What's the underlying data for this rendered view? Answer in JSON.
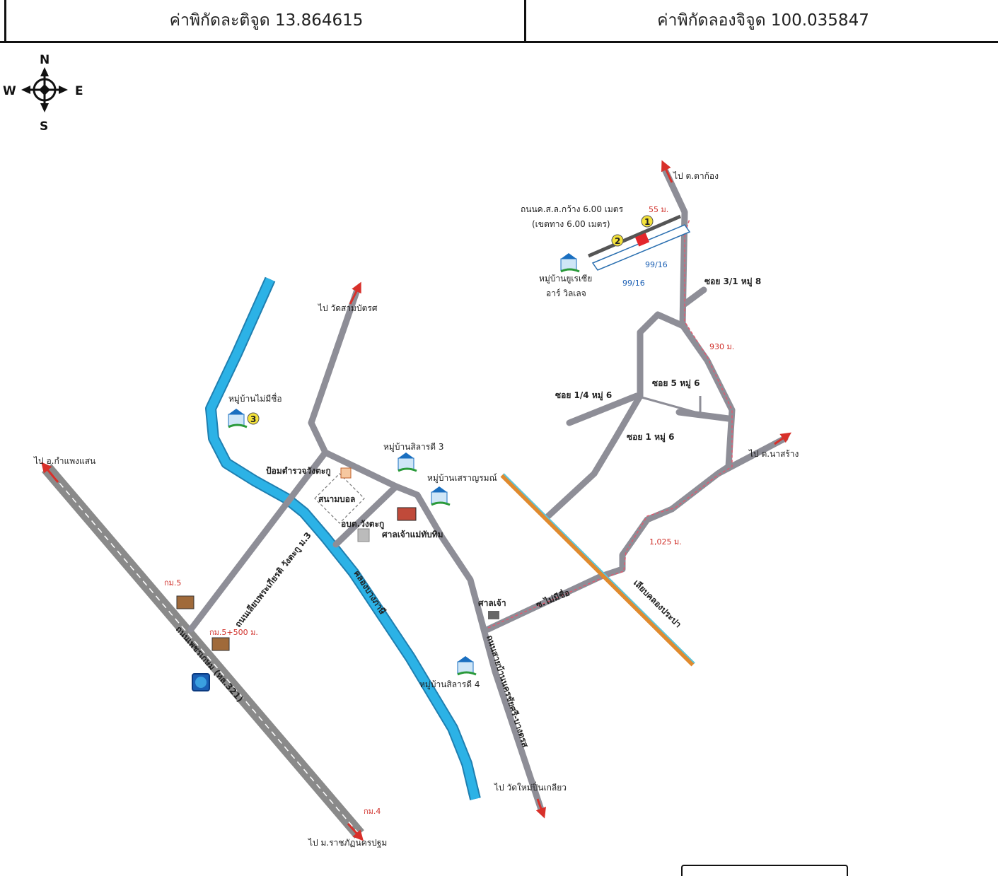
{
  "header": {
    "latitude": "ค่าพิกัดละติจูด 13.864615",
    "longitude": "ค่าพิกัดลองจิจูด 100.035847"
  },
  "compass": {
    "n": "N",
    "s": "S",
    "w": "W",
    "e": "E"
  },
  "labels": {
    "to_talat": "ไป ต.ตาก้อง",
    "road_width": "ถนนค.ส.ล.กว้าง 6.00 เมตร",
    "right_of_way": "(เขตทาง 6.00 เมตร)",
    "dist_55": "55 ม.",
    "num_99_16a": "99/16",
    "num_99_16b": "99/16",
    "village_urasia_1": "หมู่บ้านยูเรเซีย",
    "village_urasia_2": "อาร์ วิลเลจ",
    "soi_3_1": "ซอย 3/1 หมู่ 8",
    "dist_930": "930 ม.",
    "to_wat_sap": "ไป วัดสามบัตรศ",
    "soi_5": "ซอย 5 หมู่ 6",
    "soi_1_4": "ซอย 1/4 หมู่ 6",
    "village_noname": "หมู่บ้านไม่มีชื่อ",
    "soi_1": "ซอย 1 หมู่ 6",
    "to_tha_kham": "ไป อ.กำแพงแสน",
    "village_silarat3": "หมู่บ้านสิลารดี 3",
    "police": "ป้อมตำรวจวังตะกู",
    "village_sarayrom": "หมู่บ้านเสราญรมณ์",
    "to_narawong": "ไป ต.นาสร้าง",
    "field": "สนามบอล",
    "obt": "อบต.วังตะกู",
    "shrine_maeng": "ศาลเจ้าแม่ทับทิม",
    "dist_1025": "1,025 ม.",
    "km5": "กม.5",
    "road_phet": "ถนนเพชรเกษม (ทล.321)",
    "road_wangtaku": "ถนนเลียบพระเกียรติ วังตะกู ม.3",
    "canal": "คลองบางภาษี",
    "shrine": "ศาลเจ้า",
    "soi_noname": "ซ.ไม่มีชื่อ",
    "canal2": "เลียบคลองประปา",
    "km5_500": "กม.5+500 ม.",
    "village_silarat4": "หมู่บ้านสิลารดี 4",
    "road_thonburi": "ถนนสายบ้านนครชัยศรี-บางตรส",
    "to_wat_bang": "ไป วัดใหม่ปิ่นเกลียว",
    "km4": "กม.4",
    "to_raja": "ไป ม.ราชภัฏนครปฐม",
    "marker_1": "1",
    "marker_2": "2",
    "marker_3": "3"
  },
  "colors": {
    "road": "#8e8e97",
    "canal": "#2cb2e6",
    "arrow": "#d8302a",
    "highway": "#8a8a8a",
    "dashed": "#e05a70",
    "marker_yellow": "#f4e23a",
    "plot_red": "#e3262c"
  }
}
